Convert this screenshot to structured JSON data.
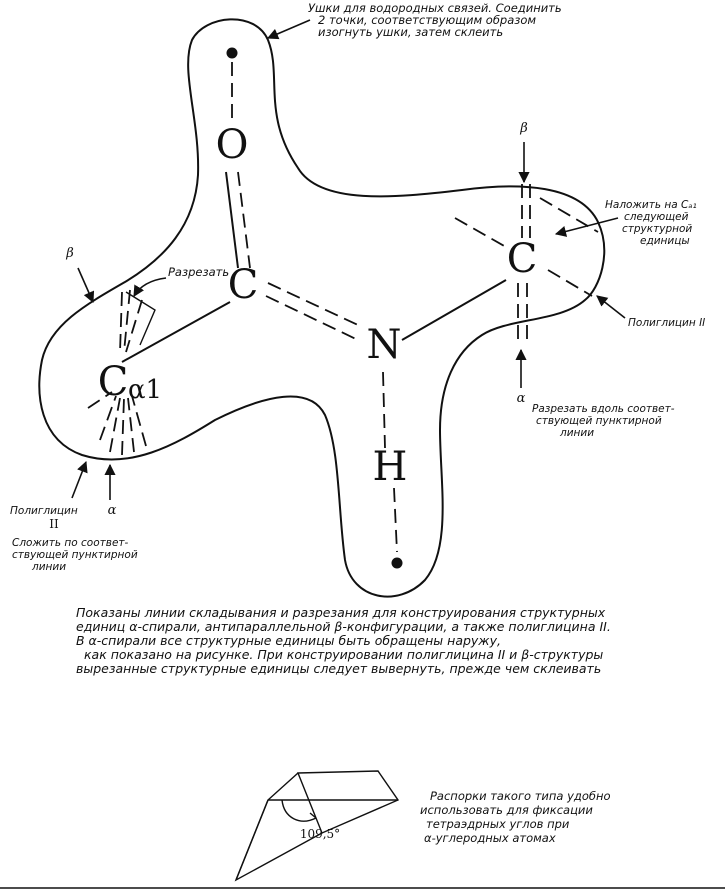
{
  "atoms": {
    "oxygen": "O",
    "carbon_carbonyl": "C",
    "nitrogen": "N",
    "hydrogen": "H",
    "carbon_right": "C",
    "c_alpha": "C",
    "c_alpha_sub": "α1"
  },
  "annotations": {
    "hook_top": [
      "Ушки для водородных    связей. Соединить",
      "2 точки, соответствующим образом",
      "изогнуть ушки, затем склеить"
    ],
    "cut_label": "Разрезать",
    "beta_left": "β",
    "beta_right": "β",
    "overlay_right": [
      "Наложить на Cₐ₁",
      "следующей",
      "структурной",
      "единицы"
    ],
    "polyglycine_right": "Полиглицин II",
    "alpha_right": "α",
    "cut_along": [
      "Разрезать вдоль соответ-",
      "ствующей пунктирной",
      "линии"
    ],
    "polyglycine_left": "Полиглицин",
    "polyglycine_left_num": "II",
    "alpha_left": "α",
    "fold_left": [
      "Сложить по соответ-",
      "ствующей пунктирной",
      "линии"
    ]
  },
  "caption": [
    "Показаны линии складывания и разрезания для конструирования структурных",
    "единиц α-спирали, антипараллельной β-конфигурации, а также полиглицина II.",
    "В α-спирали все структурные единицы быть обращены наружу,",
    "как показано на рисунке. При конструировании полиглицина II и β-структуры",
    "вырезанные структурные единицы следует вывернуть, прежде чем склеивать"
  ],
  "spacer": {
    "angle_label": "109,5°",
    "note": [
      "Распорки такого типа удобно",
      "использовать для фиксации",
      "тетраэдрных углов при",
      "α-углеродных атомах"
    ]
  }
}
